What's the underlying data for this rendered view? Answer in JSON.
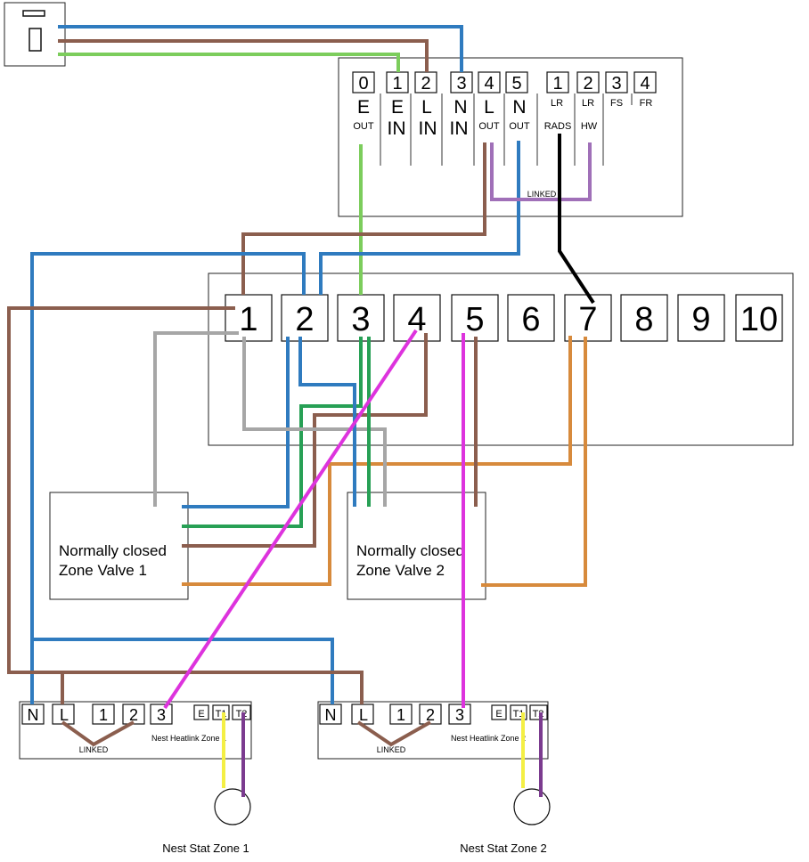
{
  "colors": {
    "blue": "#2f7bbf",
    "brown": "#8b5e4e",
    "light_green": "#7ccd5c",
    "dark_green": "#27a055",
    "grey": "#a6a6a6",
    "orange": "#d78a3c",
    "magenta": "#dd33dd",
    "purple_link": "#a070b8",
    "black": "#000000",
    "yellow": "#f4ef44",
    "purple_stat": "#7b3b8f"
  },
  "programmer": {
    "terminals": [
      {
        "num": "0",
        "l1": "E",
        "l2": "OUT"
      },
      {
        "num": "1",
        "l1": "E",
        "l2": "IN"
      },
      {
        "num": "2",
        "l1": "L",
        "l2": "IN"
      },
      {
        "num": "3",
        "l1": "N",
        "l2": "IN"
      },
      {
        "num": "4",
        "l1": "L",
        "l2": "OUT"
      },
      {
        "num": "5",
        "l1": "N",
        "l2": "OUT"
      },
      {
        "num": "1",
        "l1": "LR",
        "l2": "RADS"
      },
      {
        "num": "2",
        "l1": "LR",
        "l2": "HW"
      },
      {
        "num": "3",
        "l1": "FS",
        "l2": ""
      },
      {
        "num": "4",
        "l1": "FR",
        "l2": ""
      }
    ],
    "linked_label": "LINKED"
  },
  "junction_box": {
    "terminals": [
      "1",
      "2",
      "3",
      "4",
      "5",
      "6",
      "7",
      "8",
      "9",
      "10"
    ]
  },
  "valves": [
    {
      "line1": "Normally closed",
      "line2": "Zone Valve 1"
    },
    {
      "line1": "Normally closed",
      "line2": "Zone Valve 2"
    }
  ],
  "heatlinks": [
    {
      "terminals": [
        "N",
        "L",
        "1",
        "2",
        "3"
      ],
      "small_terminals": [
        "E",
        "T1",
        "T2"
      ],
      "name": "Nest Heatlink Zone 1",
      "linked_label": "LINKED",
      "stat_label": "Nest Stat Zone 1"
    },
    {
      "terminals": [
        "N",
        "L",
        "1",
        "2",
        "3"
      ],
      "small_terminals": [
        "E",
        "T1",
        "T2"
      ],
      "name": "Nest Heatlink Zone 2",
      "linked_label": "LINKED",
      "stat_label": "Nest Stat Zone 2"
    }
  ]
}
